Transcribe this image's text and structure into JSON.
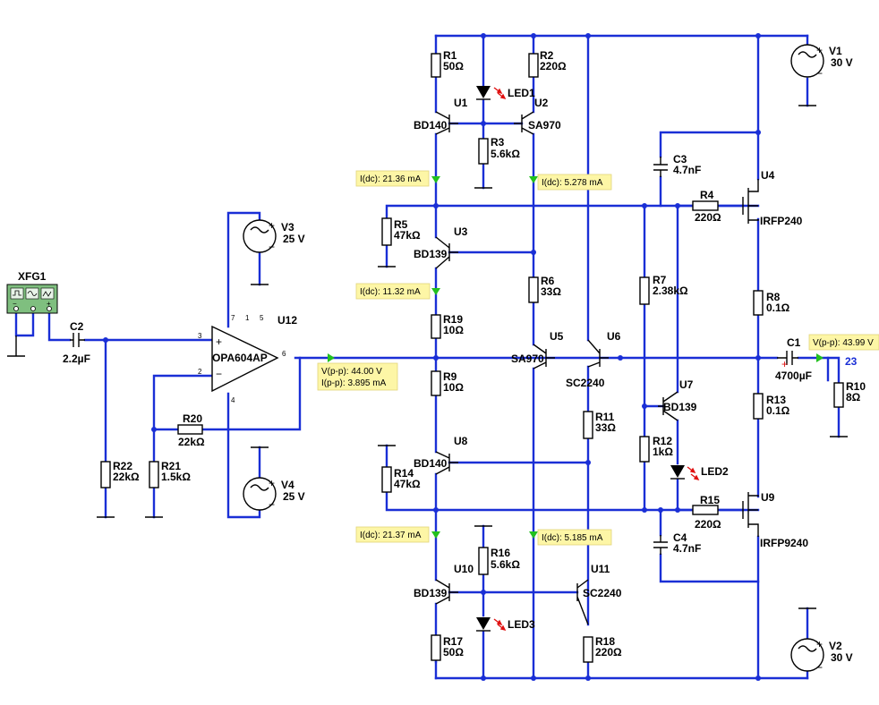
{
  "generator": {
    "name": "XFG1"
  },
  "opamp": {
    "ref": "U12",
    "model": "OPA604AP",
    "pins": {
      "in_plus": "3",
      "in_minus": "2",
      "out": "6",
      "v_plus": "7",
      "v_minus": "4",
      "p1": "1",
      "p5": "5"
    }
  },
  "sources": {
    "v1": {
      "ref": "V1",
      "value": "30 V"
    },
    "v2": {
      "ref": "V2",
      "value": "30 V"
    },
    "v3": {
      "ref": "V3",
      "value": "25 V"
    },
    "v4": {
      "ref": "V4",
      "value": "25 V"
    }
  },
  "capacitors": {
    "c1": {
      "ref": "C1",
      "value": "4700µF"
    },
    "c2": {
      "ref": "C2",
      "value": "2.2µF"
    },
    "c3": {
      "ref": "C3",
      "value": "4.7nF"
    },
    "c4": {
      "ref": "C4",
      "value": "4.7nF"
    }
  },
  "resistors": {
    "r1": {
      "ref": "R1",
      "value": "50Ω"
    },
    "r2": {
      "ref": "R2",
      "value": "220Ω"
    },
    "r3": {
      "ref": "R3",
      "value": "5.6kΩ"
    },
    "r4": {
      "ref": "R4",
      "value": "220Ω"
    },
    "r5": {
      "ref": "R5",
      "value": "47kΩ"
    },
    "r6": {
      "ref": "R6",
      "value": "33Ω"
    },
    "r7": {
      "ref": "R7",
      "value": "2.38kΩ"
    },
    "r8": {
      "ref": "R8",
      "value": "0.1Ω"
    },
    "r9": {
      "ref": "R9",
      "value": "10Ω"
    },
    "r10": {
      "ref": "R10",
      "value": "8Ω"
    },
    "r11": {
      "ref": "R11",
      "value": "33Ω"
    },
    "r12": {
      "ref": "R12",
      "value": "1kΩ"
    },
    "r13": {
      "ref": "R13",
      "value": "0.1Ω"
    },
    "r14": {
      "ref": "R14",
      "value": "47kΩ"
    },
    "r15": {
      "ref": "R15",
      "value": "220Ω"
    },
    "r16": {
      "ref": "R16",
      "value": "5.6kΩ"
    },
    "r17": {
      "ref": "R17",
      "value": "50Ω"
    },
    "r18": {
      "ref": "R18",
      "value": "220Ω"
    },
    "r19": {
      "ref": "R19",
      "value": "10Ω"
    },
    "r20": {
      "ref": "R20",
      "value": "22kΩ"
    },
    "r21": {
      "ref": "R21",
      "value": "1.5kΩ"
    },
    "r22": {
      "ref": "R22",
      "value": "22kΩ"
    }
  },
  "transistors": {
    "u1": {
      "ref": "U1",
      "model": "BD140"
    },
    "u2": {
      "ref": "U2",
      "model": "SA970"
    },
    "u3": {
      "ref": "U3",
      "model": "BD139"
    },
    "u4": {
      "ref": "U4",
      "model": "IRFP240"
    },
    "u5": {
      "ref": "U5",
      "model": "SA970"
    },
    "u6": {
      "ref": "U6",
      "model": "SC2240"
    },
    "u7": {
      "ref": "U7",
      "model": "BD139"
    },
    "u8": {
      "ref": "U8",
      "model": "BD140"
    },
    "u9": {
      "ref": "U9",
      "model": "IRFP9240"
    },
    "u10": {
      "ref": "U10",
      "model": "BD139"
    },
    "u11": {
      "ref": "U11",
      "model": "SC2240"
    }
  },
  "leds": {
    "led1": "LED1",
    "led2": "LED2",
    "led3": "LED3"
  },
  "probes": {
    "p1": "I(dc): 21.36 mA",
    "p2": "I(dc): 5.278 mA",
    "p3": "I(dc): 11.32 mA",
    "p4_v": "V(p-p): 44.00 V",
    "p4_i": "I(p-p): 3.895 mA",
    "p5": "I(dc): 21.37 mA",
    "p6": "I(dc): 5.185 mA",
    "p7": "V(p-p): 43.99 V"
  },
  "nets": {
    "out": "23"
  },
  "colors": {
    "wire": "#1a2fd6",
    "probe_bg": "#fdf6a6",
    "probe_arrow": "#22c01f",
    "led_arrow": "#e01010"
  }
}
